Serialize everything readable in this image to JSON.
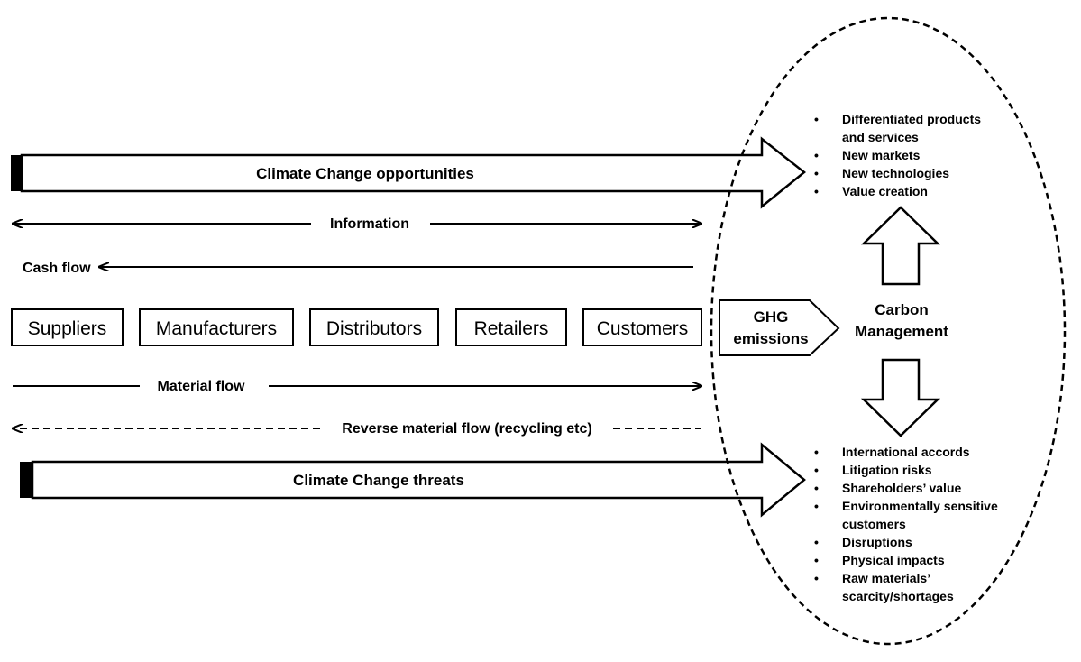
{
  "opportunities_arrow": {
    "label": "Climate Change opportunities"
  },
  "threats_arrow": {
    "label": "Climate Change threats"
  },
  "flows": {
    "information": "Information",
    "cash_flow": "Cash flow",
    "material_flow": "Material flow",
    "reverse_material_flow": "Reverse material flow (recycling etc)"
  },
  "chain": {
    "suppliers": "Suppliers",
    "manufacturers": "Manufacturers",
    "distributors": "Distributors",
    "retailers": "Retailers",
    "customers": "Customers"
  },
  "ghg": {
    "line1": "GHG",
    "line2": "emissions"
  },
  "carbon_management": {
    "line1": "Carbon",
    "line2": "Management"
  },
  "opportunities_list": [
    "Differentiated products",
    "and services",
    "New markets",
    "New technologies",
    "Value creation"
  ],
  "threats_list": [
    "International accords",
    "Litigation risks",
    "Shareholders’ value",
    "Environmentally sensitive",
    "customers",
    "Disruptions",
    "Physical impacts",
    "Raw materials’",
    "scarcity/shortages"
  ],
  "bullet_symbol": "•"
}
